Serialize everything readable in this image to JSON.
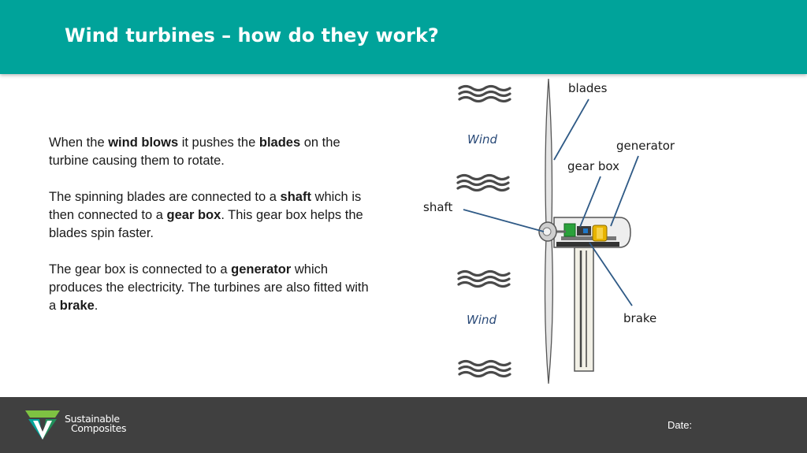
{
  "header": {
    "title": "Wind turbines – how do they work?"
  },
  "body": {
    "paragraphs": [
      [
        {
          "t": "When the ",
          "b": false
        },
        {
          "t": "wind blows",
          "b": true
        },
        {
          "t": " it pushes the ",
          "b": false
        },
        {
          "t": "blades",
          "b": true
        },
        {
          "t": " on the turbine causing them to rotate.",
          "b": false
        }
      ],
      [
        {
          "t": "The spinning blades are connected to a ",
          "b": false
        },
        {
          "t": "shaft",
          "b": true
        },
        {
          "t": " which is then connected to a ",
          "b": false
        },
        {
          "t": "gear box",
          "b": true
        },
        {
          "t": ". This gear box helps the blades spin faster.",
          "b": false
        }
      ],
      [
        {
          "t": "The gear box is connected to a ",
          "b": false
        },
        {
          "t": "generator",
          "b": true
        },
        {
          "t": " which produces the electricity.  The turbines are also fitted with a ",
          "b": false
        },
        {
          "t": "brake",
          "b": true
        },
        {
          "t": ".",
          "b": false
        }
      ]
    ]
  },
  "diagram": {
    "labels": {
      "blades": "blades",
      "generator": "generator",
      "gear_box": "gear box",
      "shaft": "shaft",
      "brake": "brake"
    },
    "wind_labels": [
      "Wind",
      "Wind"
    ],
    "colors": {
      "leader_line": "#2f5a86",
      "gearbox": "#2aa13a",
      "generator": "#e8b400",
      "tower": "#f2f0e6",
      "outline": "#555555"
    }
  },
  "footer": {
    "brand_line1": "Sustainable",
    "brand_line2": "Composites",
    "date_label": "Date:"
  },
  "colors": {
    "header_bg": "#00a39a",
    "footer_bg": "#404040"
  }
}
